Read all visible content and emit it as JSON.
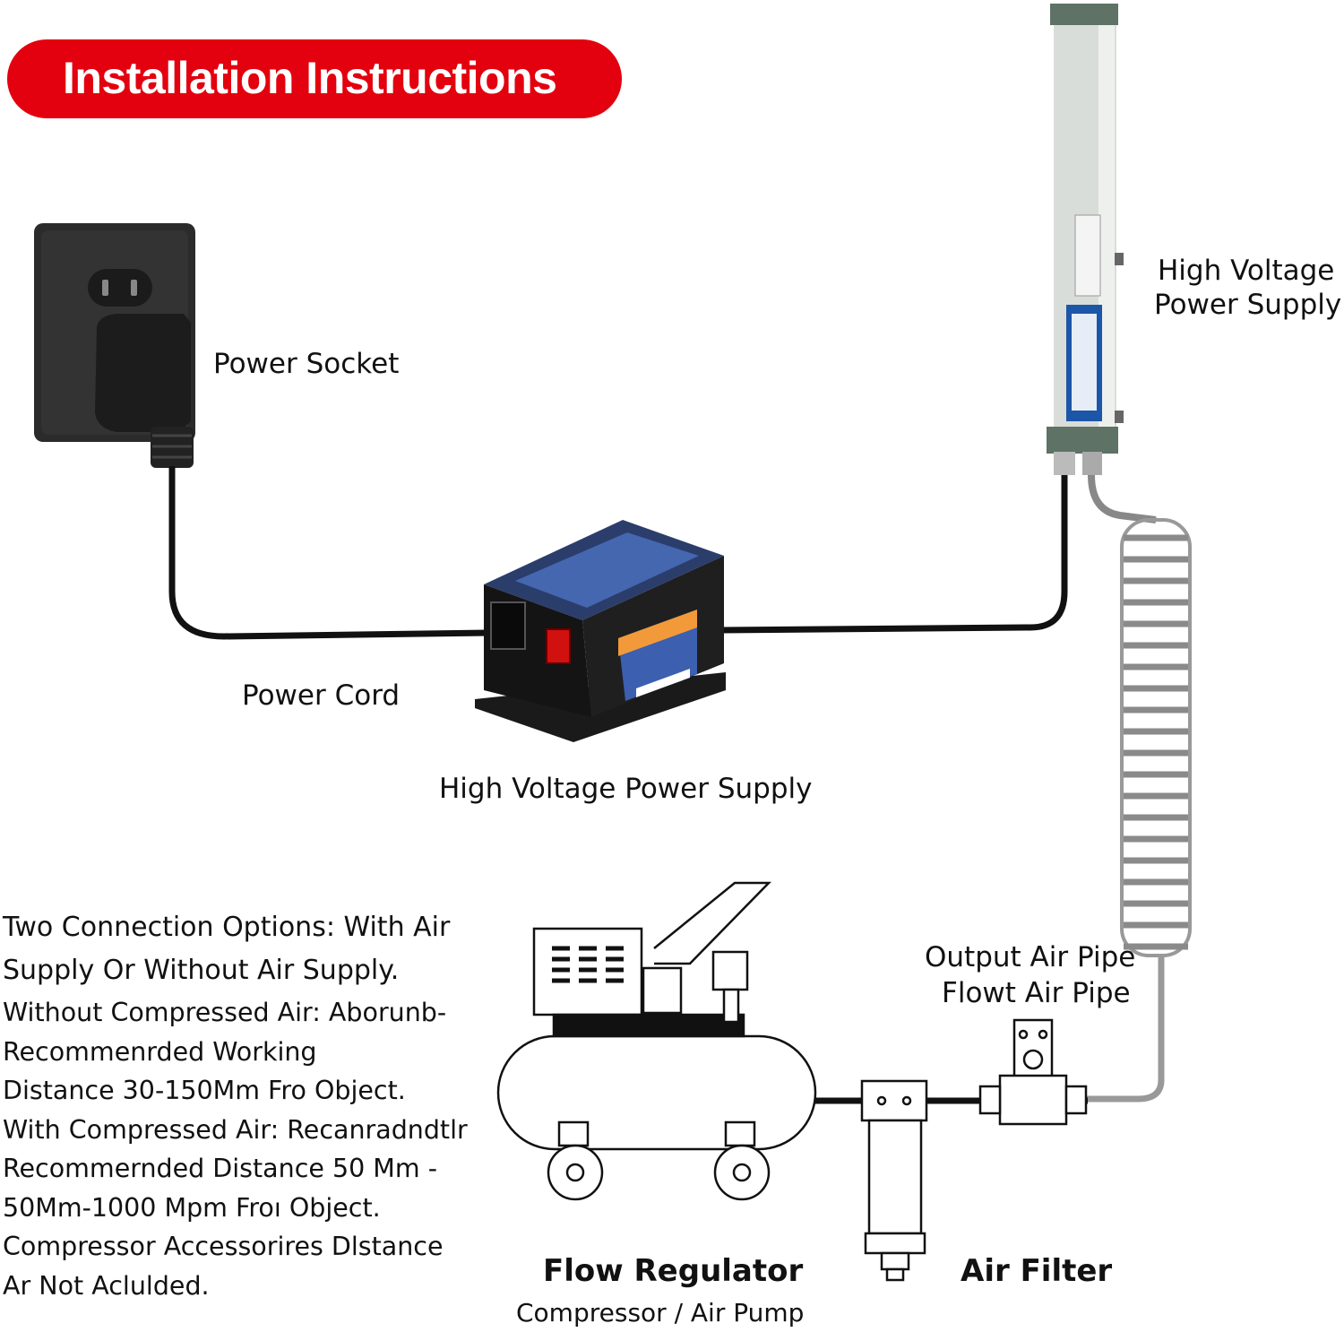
{
  "banner": {
    "title": "Installation Instructions",
    "color": "#e3000f"
  },
  "labels": {
    "power_socket": "Power Socket",
    "power_cord": "Power Cord",
    "hv_power_supply_box": "High Voltage Power Supply",
    "hv_power_supply_bar_line1": "High Voltage",
    "hv_power_supply_bar_line2": "Power Supply",
    "output_air_pipe": "Output Air Pipe",
    "flow_air_pipe": "Flowt Air Pipe",
    "flow_regulator": "Flow Regulator",
    "compressor": "Compressor / Air Pump",
    "air_filter": "Air Filter"
  },
  "notes": {
    "heading_line1": "Two Connection Options: With Air",
    "heading_line2": "Supply Or Without Air Supply.",
    "lines": [
      "Without Compressed Air: Aborunb-",
      "Recommenrded Working",
      "Distance 30-150Mm Fro Object.",
      "With Compressed Air: Recanradndtlr",
      "Recommernded Distance 50 Mm -",
      "50Mm-1000 Mpm Froı Object.",
      "Compressor Accessorires Dlstance",
      "Ar Not Aclulded."
    ]
  },
  "icons": [
    "power-socket-icon",
    "plug-icon",
    "power-supply-box-icon",
    "ion-bar-icon",
    "coiled-air-pipe-icon",
    "air-compressor-icon",
    "air-filter-icon",
    "flow-regulator-icon"
  ]
}
